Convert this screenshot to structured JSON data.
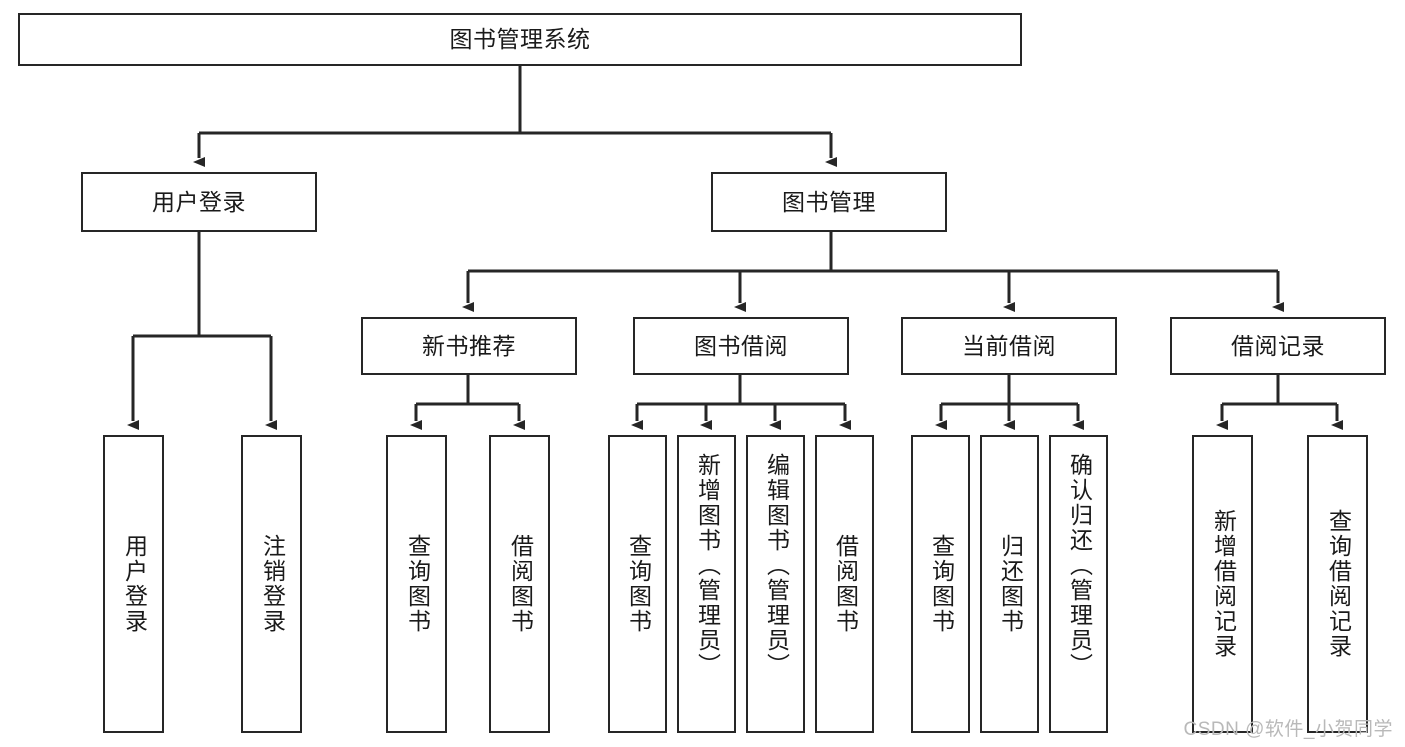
{
  "diagram": {
    "title": "图书管理系统",
    "type": "tree-hierarchy-diagram",
    "orientation": "top-down",
    "style": {
      "box_fill": "#ffffff",
      "box_border": "#262626",
      "connector_color": "#262626",
      "text_color": "#1a1a1a",
      "background": "#ffffff"
    },
    "root": {
      "label": "图书管理系统"
    },
    "level2": [
      {
        "label": "用户登录"
      },
      {
        "label": "图书管理"
      }
    ],
    "level3": [
      {
        "label": "新书推荐"
      },
      {
        "label": "图书借阅"
      },
      {
        "label": "当前借阅"
      },
      {
        "label": "借阅记录"
      }
    ],
    "leaves": {
      "user_login": [
        {
          "label": "用户登录"
        },
        {
          "label": "注销登录"
        }
      ],
      "new_book_recommend": [
        {
          "label": "查询图书"
        },
        {
          "label": "借阅图书"
        }
      ],
      "book_borrow": [
        {
          "label": "查询图书"
        },
        {
          "label": "新增图书（管理员）"
        },
        {
          "label": "编辑图书（管理员）"
        },
        {
          "label": "借阅图书"
        }
      ],
      "current_borrow": [
        {
          "label": "查询图书"
        },
        {
          "label": "归还图书"
        },
        {
          "label": "确认归还（管理员）"
        }
      ],
      "borrow_records": [
        {
          "label": "新增借阅记录"
        },
        {
          "label": "查询借阅记录"
        }
      ]
    }
  },
  "watermark": {
    "text": "CSDN @软件_小贺同学"
  }
}
